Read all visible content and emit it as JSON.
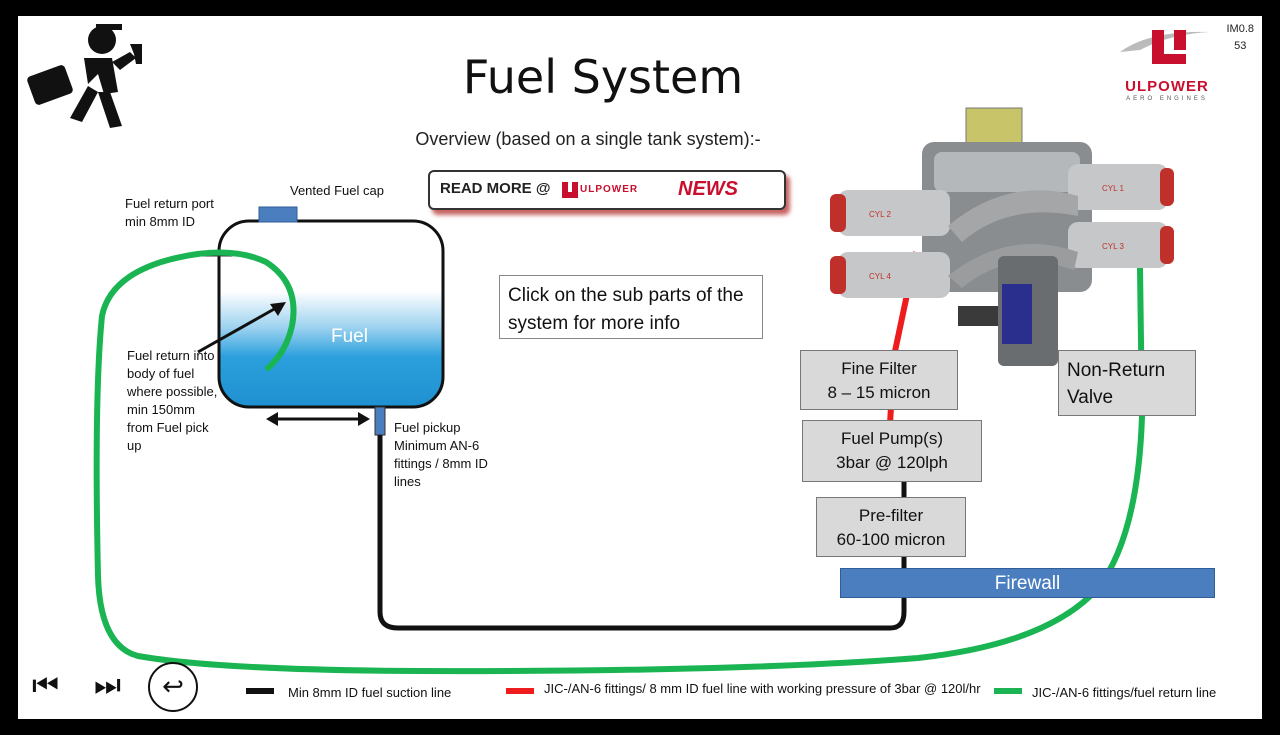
{
  "header": {
    "title": "Fuel System",
    "subtitle": "Overview (based on a single tank system):-",
    "page_code": "IM0.8",
    "page_number": "53"
  },
  "logo": {
    "name": "ULPOWER",
    "tagline": "AERO ENGINES",
    "brand_color": "#c8102e"
  },
  "read_more": {
    "label": "READ MORE @",
    "brand": "ULPOWER",
    "news": "NEWS"
  },
  "instruction": "Click on the sub parts of the system  for  more info",
  "tank": {
    "fuel_label": "Fuel",
    "cap_label": "Vented Fuel cap",
    "return_port_label": "Fuel return port min 8mm ID",
    "return_into_label": "Fuel return into body of fuel where possible, min 150mm from Fuel pick up",
    "pickup_label": "Fuel pickup Minimum AN-6 fittings / 8mm ID lines"
  },
  "components": {
    "fine_filter": {
      "line1": "Fine Filter",
      "line2": "8 – 15 micron"
    },
    "fuel_pump": {
      "line1": "Fuel Pump(s)",
      "line2": "3bar @ 120lph"
    },
    "pre_filter": {
      "line1": "Pre-filter",
      "line2": "60-100 micron"
    },
    "non_return": {
      "line1": "Non-Return",
      "line2": "Valve"
    },
    "firewall": "Firewall"
  },
  "engine": {
    "cylinder_labels": [
      "CYL 1",
      "CYL 2",
      "CYL 3",
      "CYL 4"
    ]
  },
  "legend": {
    "suction": "Min 8mm ID fuel suction line",
    "pressure": "JIC-/AN-6 fittings/ 8 mm ID fuel line with working pressure of 3bar @ 120l/hr",
    "return": "JIC-/AN-6 fittings/fuel return line"
  },
  "colors": {
    "suction_line": "#111111",
    "pressure_line": "#ee1c1c",
    "return_line": "#1ab552",
    "firewall": "#4a7ebf",
    "fuel": "#2ba0dc"
  },
  "nav": {
    "first": "⏮",
    "next": "⏭",
    "back": "↩"
  }
}
